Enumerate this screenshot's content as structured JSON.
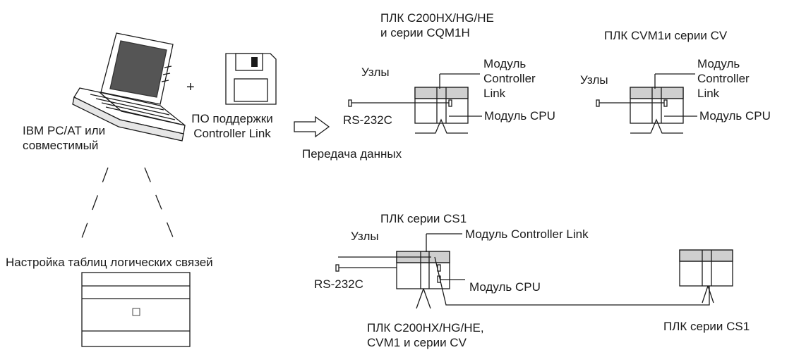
{
  "labels": {
    "pc": [
      "IBM PC/AT или",
      "совместимый"
    ],
    "plus": "+",
    "software": [
      "ПО поддержки",
      "Controller Link"
    ],
    "transfer": "Передача данных",
    "plc1_title": [
      "ПЛК C200HX/HG/HE",
      "и серии CQM1H"
    ],
    "plc2_title": "ПЛК CVM1и серии CV",
    "nodes": "Узлы",
    "cl_module": [
      "Модуль",
      "Controller",
      "Link"
    ],
    "cpu_module": "Модуль CPU",
    "rs232c": "RS-232C",
    "cs1_top_title": "ПЛК серии CS1",
    "cl_module_full": "Модуль Controller Link",
    "link_table_setup": "Настройка таблиц логических связей",
    "bottom_left": [
      "ПЛК C200HX/HG/HE,",
      "CVM1 и серии CV"
    ],
    "bottom_right": "ПЛК серии CS1"
  },
  "colors": {
    "line": "#1a1a1a",
    "module_band": "#cfcfcf",
    "screen": "#555555"
  }
}
